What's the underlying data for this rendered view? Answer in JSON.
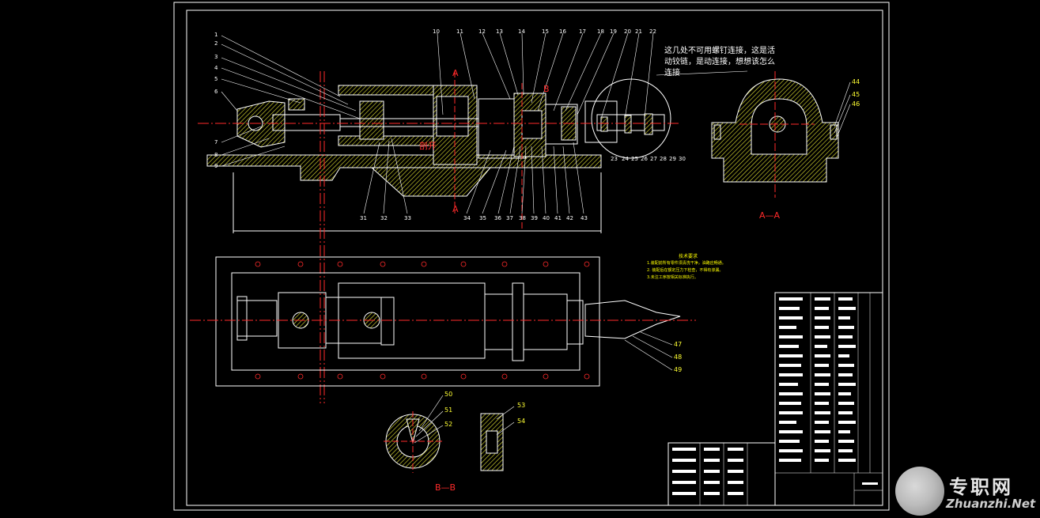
{
  "annotation": "这几处不可用螺钉连接，这是活动铰链，是动连接，想想该怎么连接",
  "cut_label": "剖开",
  "section_marks": {
    "a": "A",
    "b": "B"
  },
  "section_views": {
    "aa": "A—A",
    "bb": "B—B"
  },
  "tech_requirements": {
    "title": "技术要求",
    "lines": [
      "1.装配前所有零件须清洗干净，油路应畅通。",
      "2. 装配后在额定压力下检查，不得有渗漏。",
      "3.未注工序按相关标准执行。"
    ]
  },
  "part_numbers": {
    "left": [
      "1",
      "2",
      "3",
      "4",
      "5",
      "6",
      "7",
      "8",
      "9"
    ],
    "top": [
      "10",
      "11",
      "12",
      "13",
      "14",
      "15",
      "16",
      "17",
      "18",
      "19",
      "20",
      "21",
      "22"
    ],
    "right_small": [
      "23",
      "24",
      "25",
      "26",
      "27",
      "28",
      "29",
      "30"
    ],
    "bottom": [
      "31",
      "32",
      "33",
      "34",
      "35",
      "36",
      "37",
      "38",
      "39",
      "40",
      "41",
      "42",
      "43"
    ],
    "aa_view": [
      "44",
      "45",
      "46"
    ],
    "plan": [
      "47",
      "48",
      "49"
    ],
    "bb_view": [
      "50",
      "51",
      "52"
    ],
    "link": [
      "53",
      "54"
    ]
  },
  "watermark": {
    "cn": "专职网",
    "en": "Zhuanzhi.Net"
  },
  "colors": {
    "background": "#000000",
    "line": "#ffffff",
    "hatch": "#ffff33",
    "centerline": "#ff2a2a"
  }
}
